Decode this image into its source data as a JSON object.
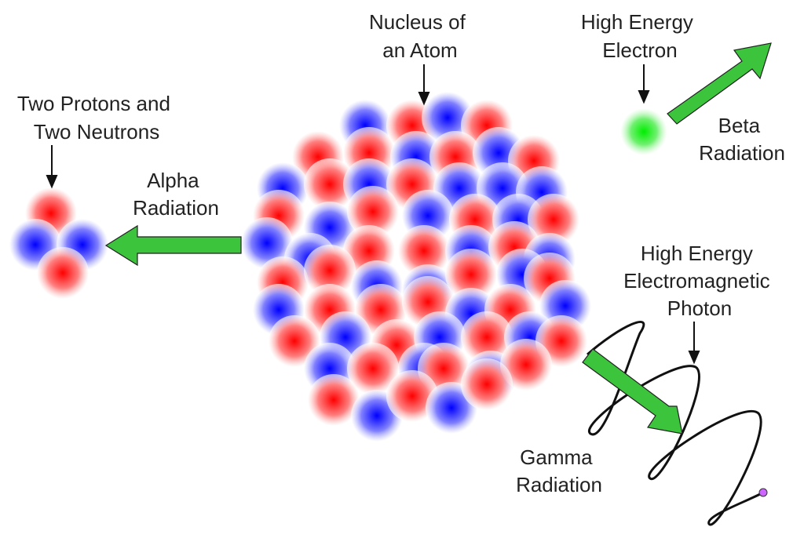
{
  "labels": {
    "nucleus": [
      "Nucleus of",
      "an Atom"
    ],
    "electron": [
      "High Energy",
      "Electron"
    ],
    "alpha_particle": [
      "Two Protons and",
      "Two Neutrons"
    ],
    "alpha": [
      "Alpha",
      "Radiation"
    ],
    "beta": [
      "Beta",
      "Radiation"
    ],
    "photon": [
      "High Energy",
      "Electromagnetic",
      "Photon"
    ],
    "gamma": [
      "Gamma",
      "Radiation"
    ]
  },
  "colors": {
    "proton": "#ff0000",
    "neutron": "#0000ff",
    "electron": "#22dd22",
    "arrow": "#3cc43c",
    "photon_end": "#cc66ff"
  }
}
